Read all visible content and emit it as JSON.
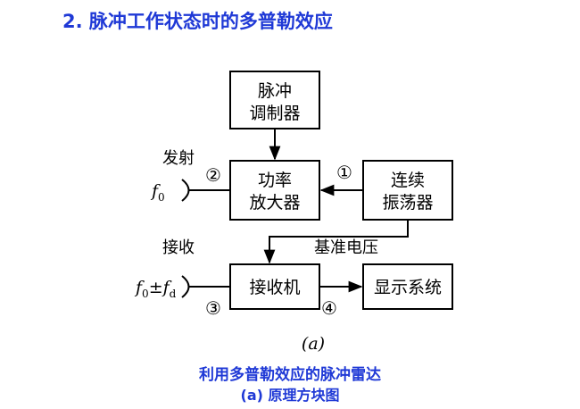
{
  "heading": "2. 脉冲工作状态时的多普勒效应",
  "blocks": {
    "pulse_modulator": [
      "脉冲",
      "调制器"
    ],
    "power_amp": [
      "功率",
      "放大器"
    ],
    "oscillator": [
      "连续",
      "振荡器"
    ],
    "receiver": "接收机",
    "display": "显示系统"
  },
  "labels": {
    "transmit": "发射",
    "receive": "接收",
    "reference_voltage": "基准电压",
    "circle_1": "①",
    "circle_2": "②",
    "circle_3": "③",
    "circle_4": "④",
    "f0_symbol": "f",
    "f0_sub": "0",
    "f0_fd_left": "f",
    "f0_fd_sub0": "0",
    "f0_fd_op": "±f",
    "f0_fd_subd": "d",
    "part_marker": "(a)"
  },
  "caption": {
    "line1": "利用多普勒效应的脉冲雷达",
    "line2": "(a) 原理方块图"
  }
}
